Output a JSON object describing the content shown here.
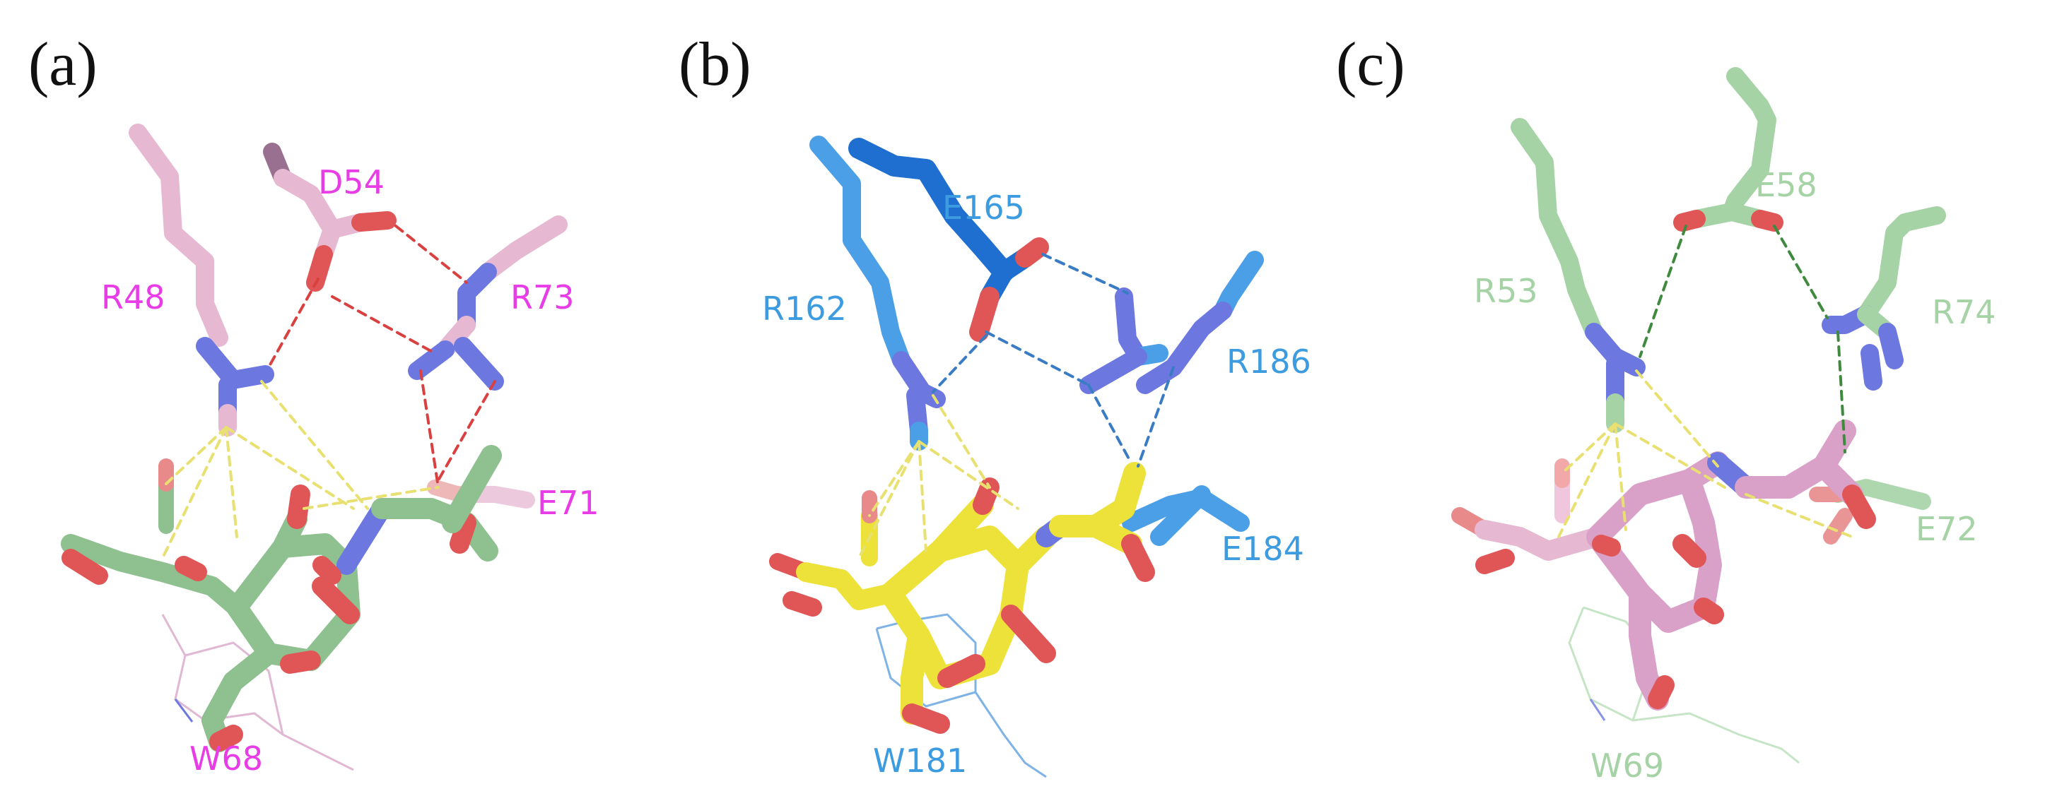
{
  "colors": {
    "background": "#ffffff",
    "panel_a_label": "#e83ce6",
    "panel_b_label": "#3d9be0",
    "panel_c_label": "#a6d3a6",
    "oxygen": "#e05555",
    "nitrogen": "#6c78e0",
    "pink_carbon": "#e6b8d2",
    "green_carbon": "#8fc08f",
    "yellow_carbon": "#ede23a",
    "blue_carbon": "#4a9fe6",
    "dark_blue_carbon": "#1f6fd0",
    "hbond_red": "#d94040",
    "hbond_yellow": "#e8e070",
    "hbond_blue": "#3a7cc4",
    "hbond_green": "#3f8a3f"
  },
  "panels": [
    {
      "label": "(a)",
      "residues": [
        "D54",
        "R48",
        "R73",
        "E71",
        "W68"
      ]
    },
    {
      "label": "(b)",
      "residues": [
        "E165",
        "R162",
        "R186",
        "E184",
        "W181"
      ]
    },
    {
      "label": "(c)",
      "residues": [
        "E58",
        "R53",
        "R74",
        "E72",
        "W69"
      ]
    }
  ]
}
